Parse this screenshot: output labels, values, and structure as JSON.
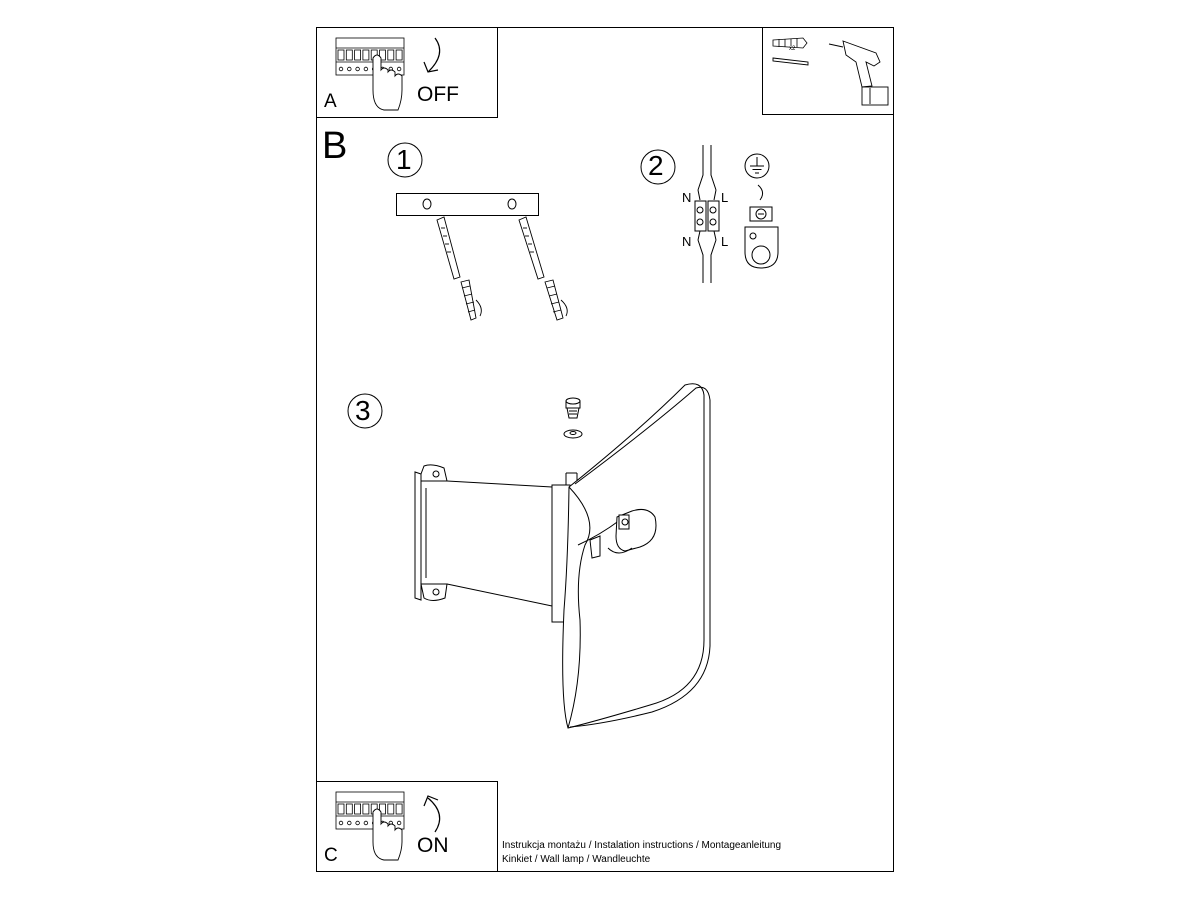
{
  "sections": {
    "a": "A",
    "b": "B",
    "c": "C"
  },
  "switch": {
    "off": "OFF",
    "on": "ON"
  },
  "steps": [
    "1",
    "2",
    "3"
  ],
  "wires": {
    "neutral": "N",
    "live": "L"
  },
  "tools": {
    "anchor_qty": "x2",
    "icons": [
      "wall-anchor-icon",
      "screw-icon",
      "power-drill-icon"
    ]
  },
  "footer": {
    "line1": "Instrukcja montażu / Instalation instructions / Montageanleitung",
    "line2": "Kinkiet  / Wall lamp / Wandleuchte"
  },
  "colors": {
    "ink": "#000000",
    "paper": "#ffffff"
  }
}
